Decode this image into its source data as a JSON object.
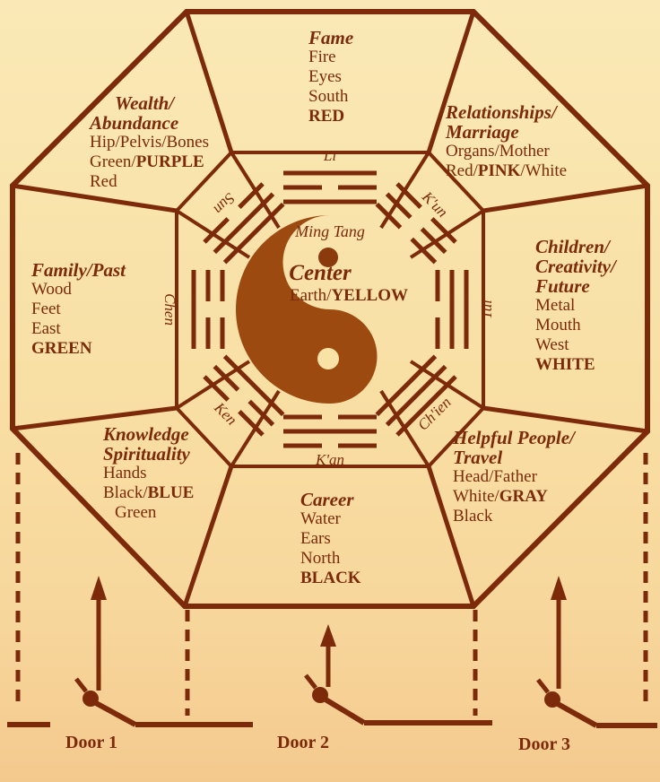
{
  "colors": {
    "ink": "#7c2a0a",
    "yin": "#9d4a11",
    "dot": "#8a3a0c",
    "cream": "#f8e2a6",
    "bg_top": "#fae9b6",
    "bg_mid": "#f8dfa4",
    "bg_low": "#f7d69b",
    "bg_bot": "#f4c98e"
  },
  "center": {
    "ming_tang_label": "Ming Tang",
    "center_label": "Center",
    "earth_line": "Earth/**YELLOW**"
  },
  "sectors": [
    {
      "id": "fame",
      "title_lines": [
        "Fame"
      ],
      "body_lines": [
        "Fire",
        "Eyes",
        "South",
        "**RED**"
      ]
    },
    {
      "id": "wealth",
      "title_lines": [
        "Wealth/",
        "Abundance"
      ],
      "body_lines": [
        "Hip/Pelvis/Bones",
        "Green/**PURPLE**",
        "Red"
      ]
    },
    {
      "id": "relationships",
      "title_lines": [
        "Relationships/",
        "Marriage"
      ],
      "body_lines": [
        "Organs/Mother",
        "Red/**PINK**/White"
      ]
    },
    {
      "id": "family",
      "title_lines": [
        "Family/Past"
      ],
      "body_lines": [
        "Wood",
        "Feet",
        "East",
        "**GREEN**"
      ]
    },
    {
      "id": "children",
      "title_lines": [
        "Children/",
        "Creativity/",
        "Future"
      ],
      "body_lines": [
        "Metal",
        "Mouth",
        "West",
        "**WHITE**"
      ]
    },
    {
      "id": "knowledge",
      "title_lines": [
        "Knowledge",
        "Spirituality"
      ],
      "body_lines": [
        "Hands",
        "Black/**BLUE**",
        "Green"
      ]
    },
    {
      "id": "career",
      "title_lines": [
        "Career"
      ],
      "body_lines": [
        "Water",
        "Ears",
        "North",
        "**BLACK**"
      ]
    },
    {
      "id": "helpful",
      "title_lines": [
        "Helpful People/",
        "Travel"
      ],
      "body_lines": [
        "Head/Father",
        "White/**GRAY**",
        "Black"
      ]
    }
  ],
  "trigrams": [
    {
      "id": "li",
      "label": "Li",
      "pattern": [
        "solid",
        "broken",
        "solid"
      ]
    },
    {
      "id": "kun",
      "label": "K'un",
      "pattern": [
        "broken",
        "broken",
        "broken"
      ]
    },
    {
      "id": "tui",
      "label": "Tui",
      "pattern": [
        "broken",
        "solid",
        "solid"
      ]
    },
    {
      "id": "chien",
      "label": "Ch'ien",
      "pattern": [
        "solid",
        "solid",
        "solid"
      ]
    },
    {
      "id": "kan",
      "label": "K'an",
      "pattern": [
        "broken",
        "solid",
        "broken"
      ]
    },
    {
      "id": "ken",
      "label": "Ken",
      "pattern": [
        "solid",
        "broken",
        "broken"
      ]
    },
    {
      "id": "chen",
      "label": "Chen",
      "pattern": [
        "broken",
        "broken",
        "solid"
      ]
    },
    {
      "id": "sun",
      "label": "Sun",
      "pattern": [
        "solid",
        "solid",
        "broken"
      ]
    }
  ],
  "doors": [
    {
      "label": "Door 1"
    },
    {
      "label": "Door 2"
    },
    {
      "label": "Door 3"
    }
  ]
}
